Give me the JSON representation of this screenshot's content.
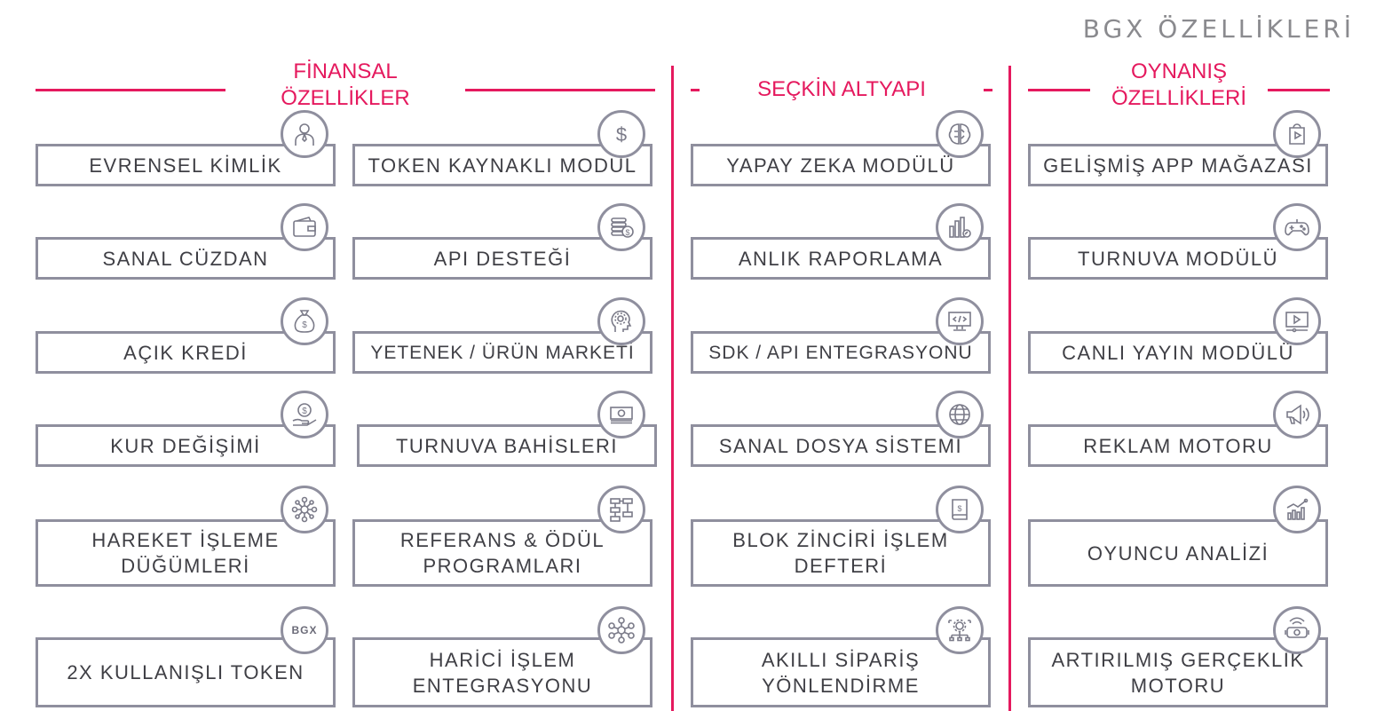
{
  "title": "BGX  ÖZELLİKLERİ",
  "sections": {
    "financial": "FİNANSAL\nÖZELLİKLER",
    "infrastructure": "SEÇKİN ALTYAPI",
    "gameplay": "OYNANIŞ\nÖZELLİKLERİ"
  },
  "cards": {
    "c1": [
      "EVRENSEL KİMLİK",
      "SANAL CÜZDAN",
      "AÇIK KREDİ",
      "KUR DEĞİŞİMİ",
      "HAREKET İŞLEME\nDÜĞÜMLERİ",
      "2X KULLANIŞLI TOKEN"
    ],
    "c2": [
      "TOKEN KAYNAKLI MODUL",
      "API DESTEĞİ",
      "YETENEK / ÜRÜN MARKETİ",
      "TURNUVA BAHİSLERİ",
      "REFERANS & ÖDÜL\nPROGRAMLARI",
      "HARİCİ İŞLEM\nENTEGRASYONU"
    ],
    "c3": [
      "YAPAY ZEKA MODÜLÜ",
      "ANLIK RAPORLAMA",
      "SDK / API ENTEGRASYONU",
      "SANAL DOSYA SİSTEMİ",
      "BLOK ZİNCİRİ İŞLEM\nDEFTERİ",
      "AKILLI SİPARİŞ\nYÖNLENDİRME"
    ],
    "c4": [
      "GELİŞMİŞ APP MAĞAZASI",
      "TURNUVA MODÜLÜ",
      "CANLI YAYIN MODÜLÜ",
      "REKLAM MOTORU",
      "OYUNCU ANALİZİ",
      "ARTIRILMIŞ GERÇEKLİK\nMOTORU"
    ]
  },
  "badge_logo": "BGX",
  "colors": {
    "accent": "#e5195e",
    "border": "#8f8f9e",
    "text": "#3f3f45"
  }
}
